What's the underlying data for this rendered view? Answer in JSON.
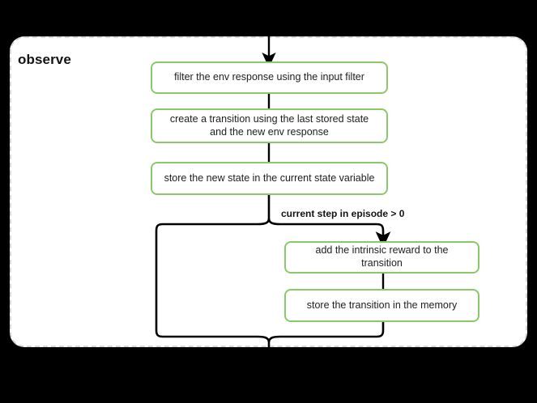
{
  "diagram": {
    "type": "flowchart",
    "direction": "top-to-bottom",
    "subgraph_title": "observe",
    "colors": {
      "canvas": "#000000",
      "surface": "#ffffff",
      "node_border": "#8ac96a",
      "subgraph_border": "#d8d8d8",
      "edge": "#000000",
      "text": "#1d1d1d"
    },
    "nodes": [
      {
        "id": "filter-env-response",
        "label": "filter the env response using the input filter"
      },
      {
        "id": "create-transition",
        "label": "create a transition using the last stored state and the new env response"
      },
      {
        "id": "store-new-state",
        "label": "store the new state in the current state variable"
      },
      {
        "id": "add-intrinsic-reward",
        "label": "add the intrinsic reward to the transition"
      },
      {
        "id": "store-transition",
        "label": "store the transition in the memory"
      }
    ],
    "edge_labels": [
      {
        "id": "current-step-condition",
        "label": "current step in episode > 0"
      }
    ]
  }
}
